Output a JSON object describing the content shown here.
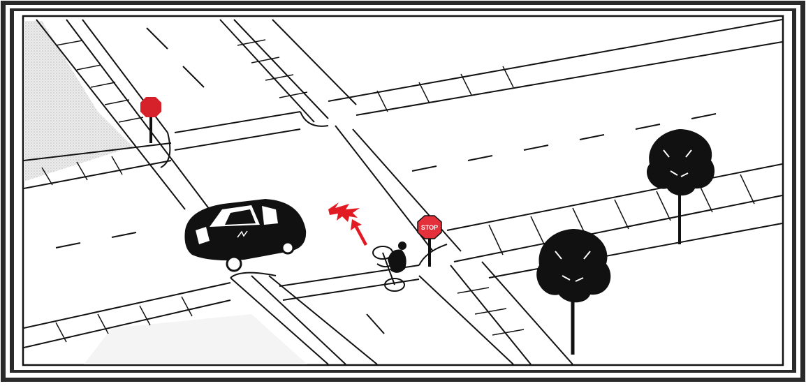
{
  "illustration": {
    "stop_sign_near": {
      "text": "STOP",
      "color": "#e4303a"
    },
    "stop_sign_far": {
      "text": "",
      "color": "#d6202a"
    },
    "arrow_color": "#e21a23",
    "impact_color": "#e21a23",
    "ink_color": "#111111",
    "sidewalk_shade": "#d9d9d9",
    "icons": [
      "stop-sign",
      "car",
      "bicycle-rider",
      "impact-burst",
      "direction-arrow",
      "tree"
    ]
  }
}
